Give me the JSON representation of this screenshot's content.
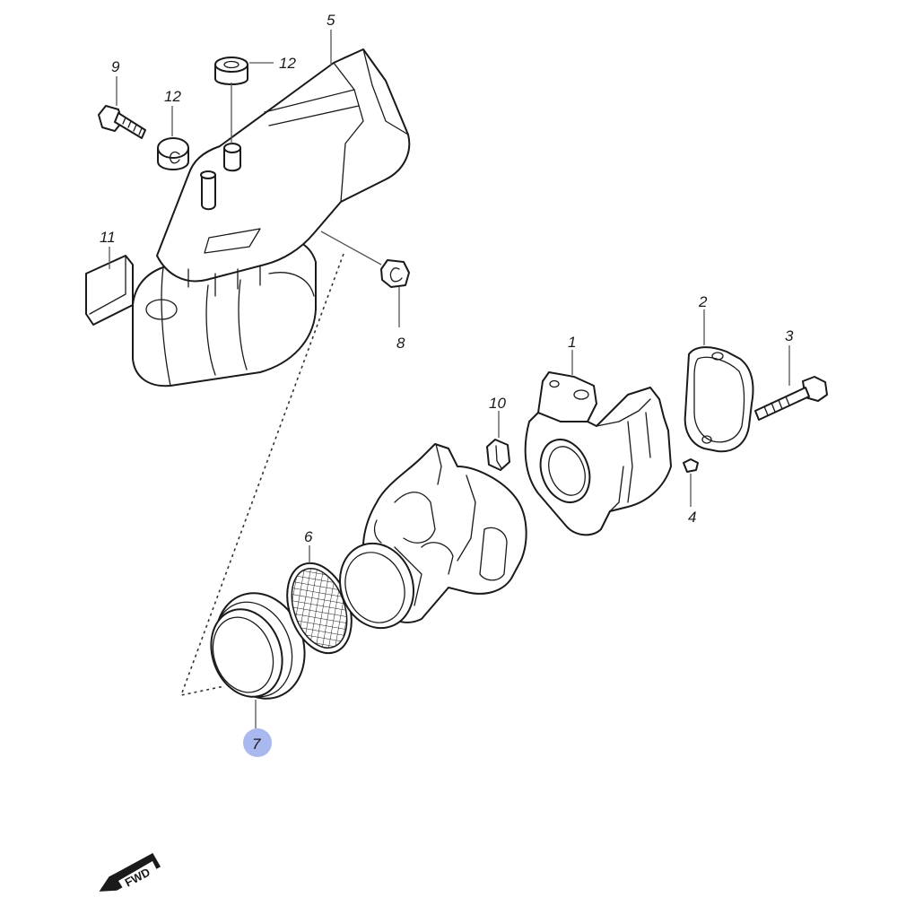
{
  "callouts": {
    "p1": "1",
    "p2": "2",
    "p3": "3",
    "p4": "4",
    "p5": "5",
    "p6": "6",
    "p7": "7",
    "p8": "8",
    "p9": "9",
    "p10": "10",
    "p11": "11",
    "p12a": "12",
    "p12b": "12"
  },
  "highlight": {
    "part": "7",
    "color": "#a9b8ee"
  },
  "fwd_badge": {
    "label": "FWD",
    "icon": "forward-arrow-icon"
  }
}
